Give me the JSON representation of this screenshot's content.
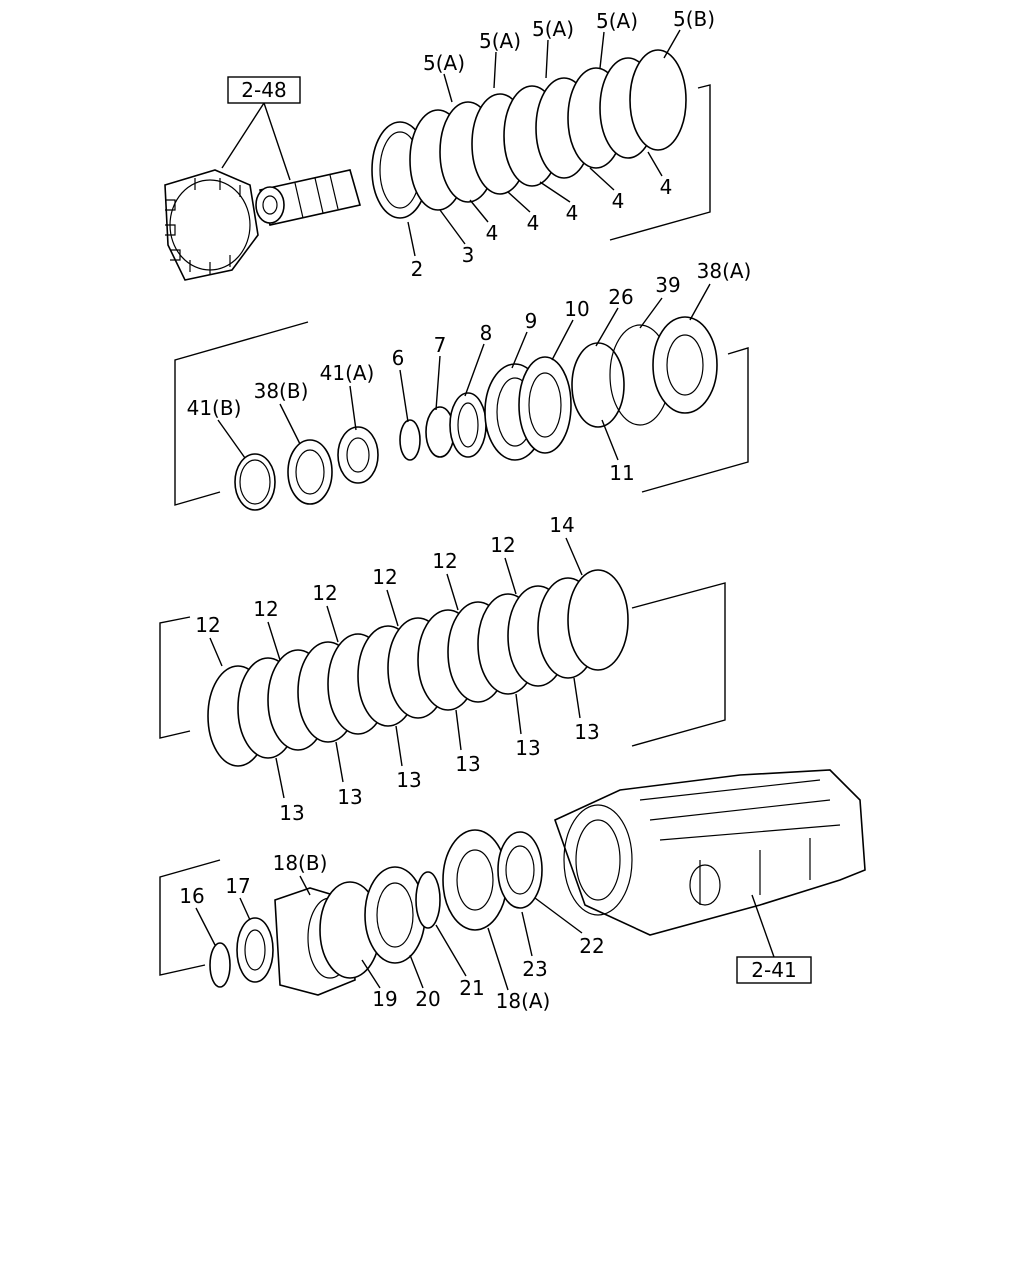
{
  "references": [
    {
      "id": "ref-2-48",
      "text": "2-48"
    },
    {
      "id": "ref-2-41",
      "text": "2-41"
    }
  ],
  "labels": [
    {
      "id": "l-5a-1",
      "text": "5(A)"
    },
    {
      "id": "l-5a-2",
      "text": "5(A)"
    },
    {
      "id": "l-5a-3",
      "text": "5(A)"
    },
    {
      "id": "l-5a-4",
      "text": "5(A)"
    },
    {
      "id": "l-5b",
      "text": "5(B)"
    },
    {
      "id": "l-2",
      "text": "2"
    },
    {
      "id": "l-3",
      "text": "3"
    },
    {
      "id": "l-4a",
      "text": "4"
    },
    {
      "id": "l-4b",
      "text": "4"
    },
    {
      "id": "l-4c",
      "text": "4"
    },
    {
      "id": "l-4d",
      "text": "4"
    },
    {
      "id": "l-4e",
      "text": "4"
    },
    {
      "id": "l-41b",
      "text": "41(B)"
    },
    {
      "id": "l-38b",
      "text": "38(B)"
    },
    {
      "id": "l-41a",
      "text": "41(A)"
    },
    {
      "id": "l-6",
      "text": "6"
    },
    {
      "id": "l-7",
      "text": "7"
    },
    {
      "id": "l-8",
      "text": "8"
    },
    {
      "id": "l-9",
      "text": "9"
    },
    {
      "id": "l-10",
      "text": "10"
    },
    {
      "id": "l-26",
      "text": "26"
    },
    {
      "id": "l-39",
      "text": "39"
    },
    {
      "id": "l-38a",
      "text": "38(A)"
    },
    {
      "id": "l-11",
      "text": "11"
    },
    {
      "id": "l-14",
      "text": "14"
    },
    {
      "id": "l-12a",
      "text": "12"
    },
    {
      "id": "l-12b",
      "text": "12"
    },
    {
      "id": "l-12c",
      "text": "12"
    },
    {
      "id": "l-12d",
      "text": "12"
    },
    {
      "id": "l-12e",
      "text": "12"
    },
    {
      "id": "l-12f",
      "text": "12"
    },
    {
      "id": "l-13a",
      "text": "13"
    },
    {
      "id": "l-13b",
      "text": "13"
    },
    {
      "id": "l-13c",
      "text": "13"
    },
    {
      "id": "l-13d",
      "text": "13"
    },
    {
      "id": "l-13e",
      "text": "13"
    },
    {
      "id": "l-13f",
      "text": "13"
    },
    {
      "id": "l-16",
      "text": "16"
    },
    {
      "id": "l-17",
      "text": "17"
    },
    {
      "id": "l-18b",
      "text": "18(B)"
    },
    {
      "id": "l-19",
      "text": "19"
    },
    {
      "id": "l-20",
      "text": "20"
    },
    {
      "id": "l-21",
      "text": "21"
    },
    {
      "id": "l-18a",
      "text": "18(A)"
    },
    {
      "id": "l-23",
      "text": "23"
    },
    {
      "id": "l-22",
      "text": "22"
    }
  ]
}
